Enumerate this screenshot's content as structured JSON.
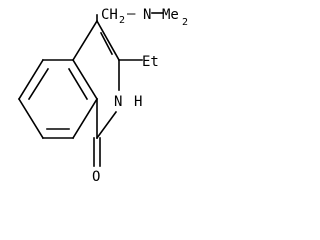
{
  "molecule": {
    "labels": {
      "nme2_main": "N",
      "nme2_dash": "—",
      "nme2_me": "Me",
      "nme2_sub": "2",
      "ch2_c": "CH",
      "ch2_sub": "2",
      "ethyl": "Et",
      "nh_n": "N",
      "nh_h": "H",
      "oxygen": "O"
    }
  }
}
